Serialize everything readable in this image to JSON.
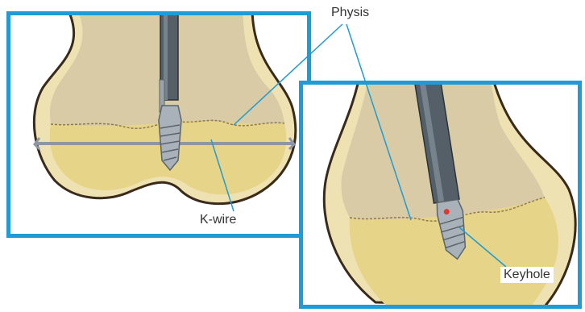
{
  "labels": {
    "physis": "Physis",
    "k_wire": "K-wire",
    "keyhole": "Keyhole"
  },
  "colors": {
    "frame": "#1f9bd6",
    "callout_line": "#1f9bd6",
    "cortex": "#3a2a1a",
    "bone_outer": "#e9d9a6",
    "epiphysis": "#e6d488",
    "metaphysis": "#d8cba6",
    "instrument": "#5a6670",
    "screw": "#a9b2b8",
    "keyhole_mark": "#e8342c"
  }
}
